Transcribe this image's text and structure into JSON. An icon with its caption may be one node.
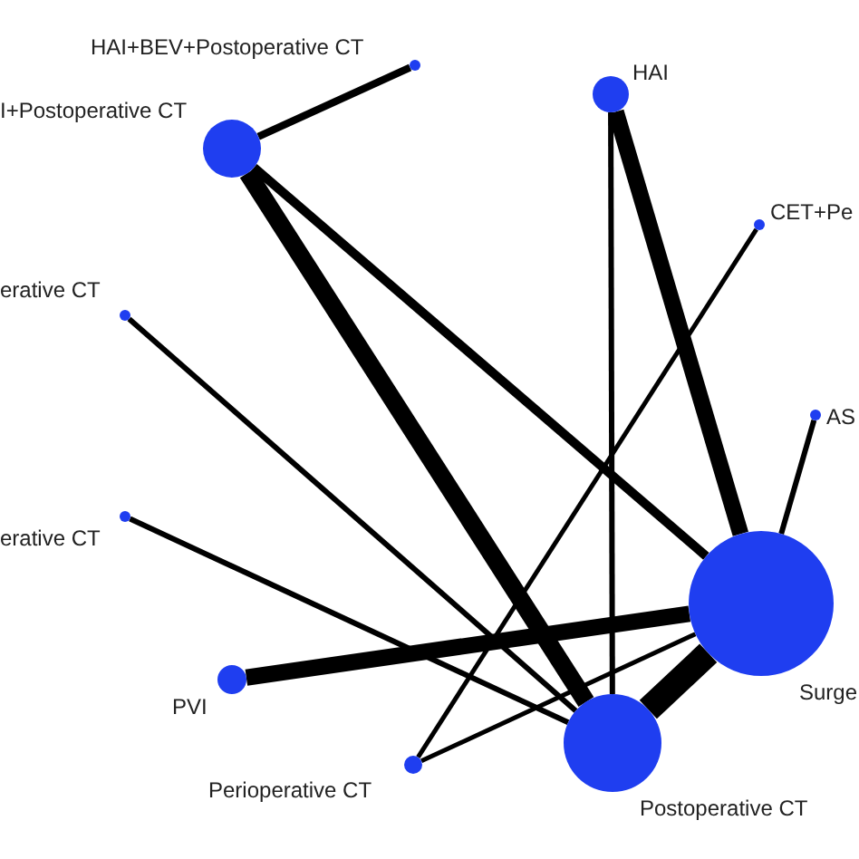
{
  "diagram": {
    "nodes": [
      {
        "text": [],
        "shape": "circle",
        "beside": [
          "HAI+BEV+Postoperative CT"
        ]
      },
      {
        "text": [],
        "shape": "circle",
        "beside": [
          "I+Postoperative CT"
        ]
      },
      {
        "text": [],
        "shape": "circle",
        "beside": [
          "HAI"
        ]
      },
      {
        "text": [],
        "shape": "circle",
        "beside": [
          "CET+Pe"
        ]
      },
      {
        "text": [],
        "shape": "circle",
        "beside": [
          "erative CT"
        ]
      },
      {
        "text": [],
        "shape": "circle",
        "beside": [
          "AS"
        ]
      },
      {
        "text": [],
        "shape": "circle",
        "beside": [
          "erative CT"
        ]
      },
      {
        "text": [],
        "shape": "circle",
        "beside": [
          "Surge"
        ]
      },
      {
        "text": [],
        "shape": "circle",
        "beside": [
          "PVI"
        ]
      },
      {
        "text": [],
        "shape": "circle",
        "beside": [
          "Perioperative CT"
        ]
      },
      {
        "text": [],
        "shape": "circle",
        "beside": [
          "Postoperative CT"
        ]
      }
    ],
    "edges": [
      {
        "from": 0,
        "to": 1,
        "arrow": "none"
      },
      {
        "from": 1,
        "to": 10,
        "arrow": "none",
        "style": "thick"
      },
      {
        "from": 1,
        "to": 7,
        "arrow": "none"
      },
      {
        "from": 2,
        "to": 10,
        "arrow": "none"
      },
      {
        "from": 2,
        "to": 7,
        "arrow": "none",
        "style": "thick"
      },
      {
        "from": 3,
        "to": 9,
        "arrow": "none"
      },
      {
        "from": 4,
        "to": 10,
        "arrow": "none"
      },
      {
        "from": 5,
        "to": 7,
        "arrow": "none"
      },
      {
        "from": 6,
        "to": 10,
        "arrow": "none"
      },
      {
        "from": 8,
        "to": 7,
        "arrow": "none",
        "style": "thick"
      },
      {
        "from": 10,
        "to": 7,
        "arrow": "none",
        "style": "thick"
      },
      {
        "from": 9,
        "to": 7,
        "arrow": "none"
      }
    ]
  }
}
